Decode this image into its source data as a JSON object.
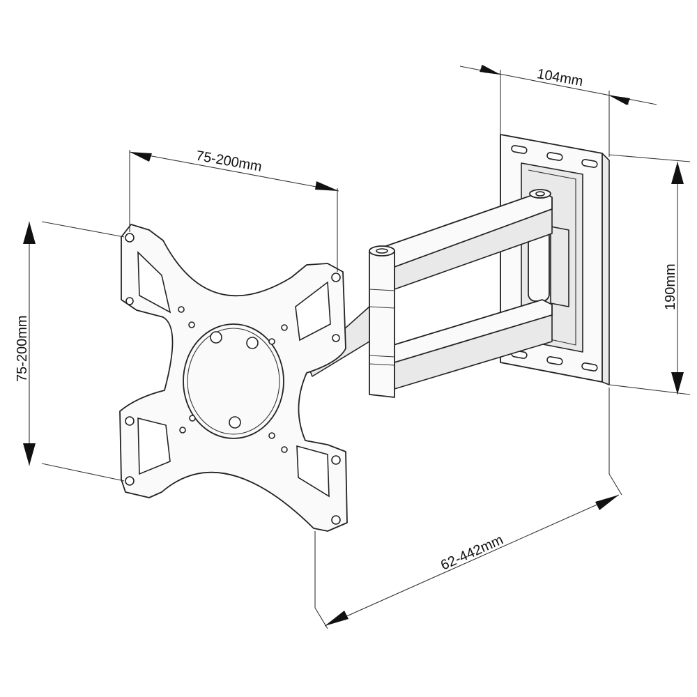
{
  "dimensions": {
    "wall_plate_width": "104mm",
    "wall_plate_height": "190mm",
    "vesa_horizontal": "75-200mm",
    "vesa_vertical": "75-200mm",
    "extension_range": "62-442mm"
  }
}
